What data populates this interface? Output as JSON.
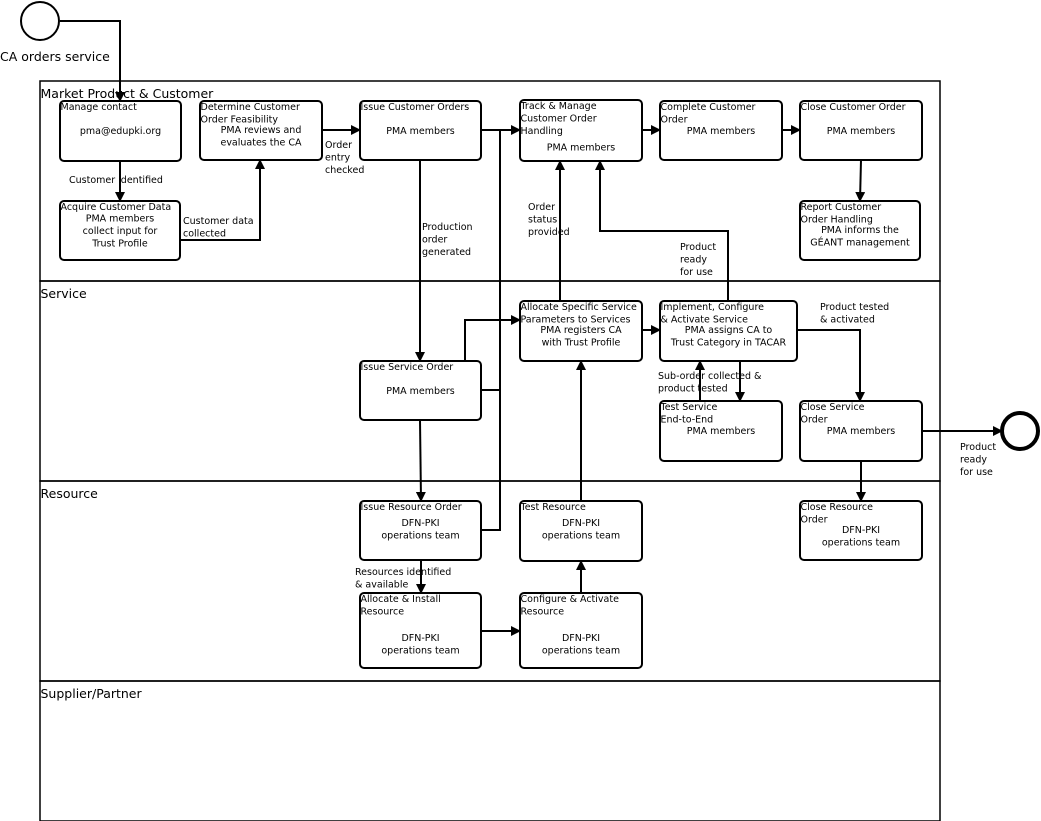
{
  "start_event": {
    "label": "CA orders service"
  },
  "end_event": {
    "label": [
      "Product",
      "ready",
      "for use"
    ]
  },
  "lanes": [
    {
      "id": "mpc",
      "label": "Market Product & Customer"
    },
    {
      "id": "service",
      "label": "Service"
    },
    {
      "id": "resource",
      "label": "Resource"
    },
    {
      "id": "supplier",
      "label": "Supplier/Partner"
    }
  ],
  "tasks": [
    {
      "id": "manage_contact",
      "title": [
        "Manage contact"
      ],
      "body": [
        "pma@edupki.org"
      ]
    },
    {
      "id": "determine_feasibility",
      "title": [
        "Determine Customer",
        "Order Feasibility"
      ],
      "body": [
        "PMA reviews and",
        "evaluates the CA"
      ]
    },
    {
      "id": "issue_customer_orders",
      "title": [
        "Issue Customer Orders"
      ],
      "body": [
        "PMA members"
      ]
    },
    {
      "id": "track_manage",
      "title": [
        "Track & Manage",
        "Customer Order",
        "Handling"
      ],
      "body": [
        "PMA members"
      ]
    },
    {
      "id": "complete_customer_order",
      "title": [
        "Complete Customer",
        "Order"
      ],
      "body": [
        "PMA members"
      ]
    },
    {
      "id": "close_customer_order",
      "title": [
        "Close Customer Order"
      ],
      "body": [
        "PMA members"
      ]
    },
    {
      "id": "acquire_customer_data",
      "title": [
        "Acquire Customer Data"
      ],
      "body": [
        "PMA members",
        "collect input for",
        "Trust Profile"
      ]
    },
    {
      "id": "report_customer_order",
      "title": [
        "Report Customer",
        "Order Handling"
      ],
      "body": [
        "PMA informs the",
        "GÉANT management"
      ]
    },
    {
      "id": "allocate_service_params",
      "title": [
        "Allocate Specific Service",
        "Parameters to Services"
      ],
      "body": [
        "PMA registers CA",
        "with Trust Profile"
      ]
    },
    {
      "id": "implement_configure",
      "title": [
        "Implement, Configure",
        "& Activate Service"
      ],
      "body": [
        "PMA assigns CA to",
        "Trust Category in TACAR"
      ]
    },
    {
      "id": "issue_service_order",
      "title": [
        "Issue Service Order"
      ],
      "body": [
        "PMA members"
      ]
    },
    {
      "id": "test_service",
      "title": [
        "Test Service",
        "End-to-End"
      ],
      "body": [
        "PMA members"
      ]
    },
    {
      "id": "close_service_order",
      "title": [
        "Close Service",
        "Order"
      ],
      "body": [
        "PMA members"
      ]
    },
    {
      "id": "issue_resource_order",
      "title": [
        "Issue Resource Order"
      ],
      "body": [
        "DFN-PKI",
        "operations team"
      ]
    },
    {
      "id": "test_resource",
      "title": [
        "Test Resource"
      ],
      "body": [
        "DFN-PKI",
        "operations team"
      ]
    },
    {
      "id": "close_resource_order",
      "title": [
        "Close Resource",
        "Order"
      ],
      "body": [
        "DFN-PKI",
        "operations team"
      ]
    },
    {
      "id": "allocate_install_resource",
      "title": [
        "Allocate & Install",
        "Resource"
      ],
      "body": [
        "DFN-PKI",
        "operations team"
      ]
    },
    {
      "id": "configure_activate_resource",
      "title": [
        "Configure & Activate",
        "Resource"
      ],
      "body": [
        "DFN-PKI",
        "operations team"
      ]
    }
  ],
  "edge_labels": [
    {
      "id": "customer_identified",
      "lines": [
        "Customer identified"
      ]
    },
    {
      "id": "customer_data_collected",
      "lines": [
        "Customer data",
        "collected"
      ]
    },
    {
      "id": "order_entry_checked",
      "lines": [
        "Order",
        "entry",
        "checked"
      ]
    },
    {
      "id": "production_order_generated",
      "lines": [
        "Production",
        "order",
        "generated"
      ]
    },
    {
      "id": "order_status_provided",
      "lines": [
        "Order",
        "status",
        "provided"
      ]
    },
    {
      "id": "product_ready_for_use",
      "lines": [
        "Product",
        "ready",
        "for use"
      ]
    },
    {
      "id": "product_tested_activated",
      "lines": [
        "Product tested",
        "& activated"
      ]
    },
    {
      "id": "sub_order_collected",
      "lines": [
        "Sub-order collected &",
        "product tested"
      ]
    },
    {
      "id": "resources_identified",
      "lines": [
        "Resources identified",
        "& available"
      ]
    }
  ]
}
